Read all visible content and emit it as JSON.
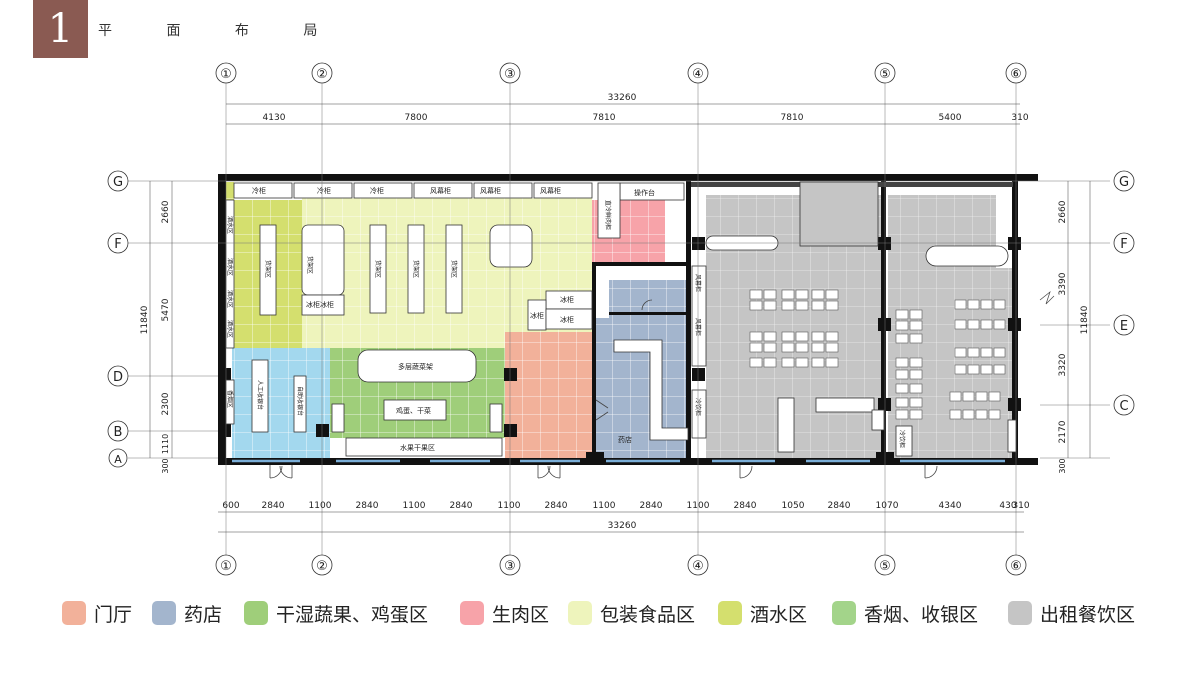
{
  "header": {
    "badge_number": "1",
    "title": "平 面 布 局"
  },
  "axes": {
    "columns": [
      "①",
      "②",
      "③",
      "④",
      "⑤",
      "⑥"
    ],
    "rows_left": [
      "G",
      "F",
      "D",
      "B",
      "A"
    ],
    "rows_right": [
      "G",
      "F",
      "E",
      "C"
    ]
  },
  "dimensions": {
    "top_total": "33260",
    "top_segments": [
      "4130",
      "7800",
      "7810",
      "7810",
      "5400",
      "310"
    ],
    "bottom_segments": [
      "600",
      "2840",
      "1100",
      "2840",
      "1100",
      "2840",
      "1100",
      "2840",
      "1100",
      "2840",
      "1100",
      "2840",
      "1050",
      "2840",
      "1070",
      "4340",
      "430",
      "310"
    ],
    "bottom_total": "33260",
    "left_total": "11840",
    "left_segments": [
      "2660",
      "5470",
      "2300",
      "300",
      "1110"
    ],
    "right_total": "11840",
    "right_segments": [
      "2660",
      "3390",
      "3320",
      "2170",
      "300"
    ]
  },
  "labels": {
    "top_freezers": [
      "冷柜",
      "冷柜",
      "冷柜"
    ],
    "air_curtains": [
      "风幕柜",
      "风幕柜",
      "风幕柜"
    ],
    "work_table": "操作台",
    "meat_case": "直冷鲜肉柜",
    "wine_zones": [
      "酒水区",
      "酒水区",
      "酒水区",
      "酒水区"
    ],
    "shelves": [
      "货架区",
      "货架区",
      "货架区",
      "货架区",
      "货架区"
    ],
    "freezer_island": "冰柜冰柜",
    "freezers_right": [
      "冰柜",
      "冰柜",
      "冰柜"
    ],
    "tobacco_zone": "香烟区",
    "manual_checkout": "人工收银台",
    "self_checkout": "自助收银台",
    "veg_rack": "多层蔬菜架",
    "egg_zone": "鸡蛋、干菜",
    "fruit_zone": "水果干果区",
    "pharmacy": "药店",
    "air_cab_a": "风幕柜",
    "air_cab_b": "风幕柜",
    "cold_drink_a": "冷饮柜",
    "cold_drink_b": "冷饮柜"
  },
  "legend": [
    {
      "label": "门厅",
      "color": "#f2b19a"
    },
    {
      "label": "药店",
      "color": "#a3b5cd"
    },
    {
      "label": "干湿蔬果、鸡蛋区",
      "color": "#9fce7a"
    },
    {
      "label": "生肉区",
      "color": "#f7a3a9"
    },
    {
      "label": "包装食品区",
      "color": "#eef4bc"
    },
    {
      "label": "酒水区",
      "color": "#d4df6e"
    },
    {
      "label": "香烟、收银区",
      "color": "#a3d48a"
    },
    {
      "label": "出租餐饮区",
      "color": "#c5c5c5"
    }
  ],
  "colors": {
    "lobby": "#f2b19a",
    "pharmacy": "#a3b5cd",
    "produce": "#9fce7a",
    "meat": "#f7a3a9",
    "packaged": "#eef4bc",
    "wine": "#d4df6e",
    "tobacco": "#a3d8ee",
    "dining": "#c5c5c5",
    "wall": "#111111",
    "badge": "#8a5a52"
  }
}
